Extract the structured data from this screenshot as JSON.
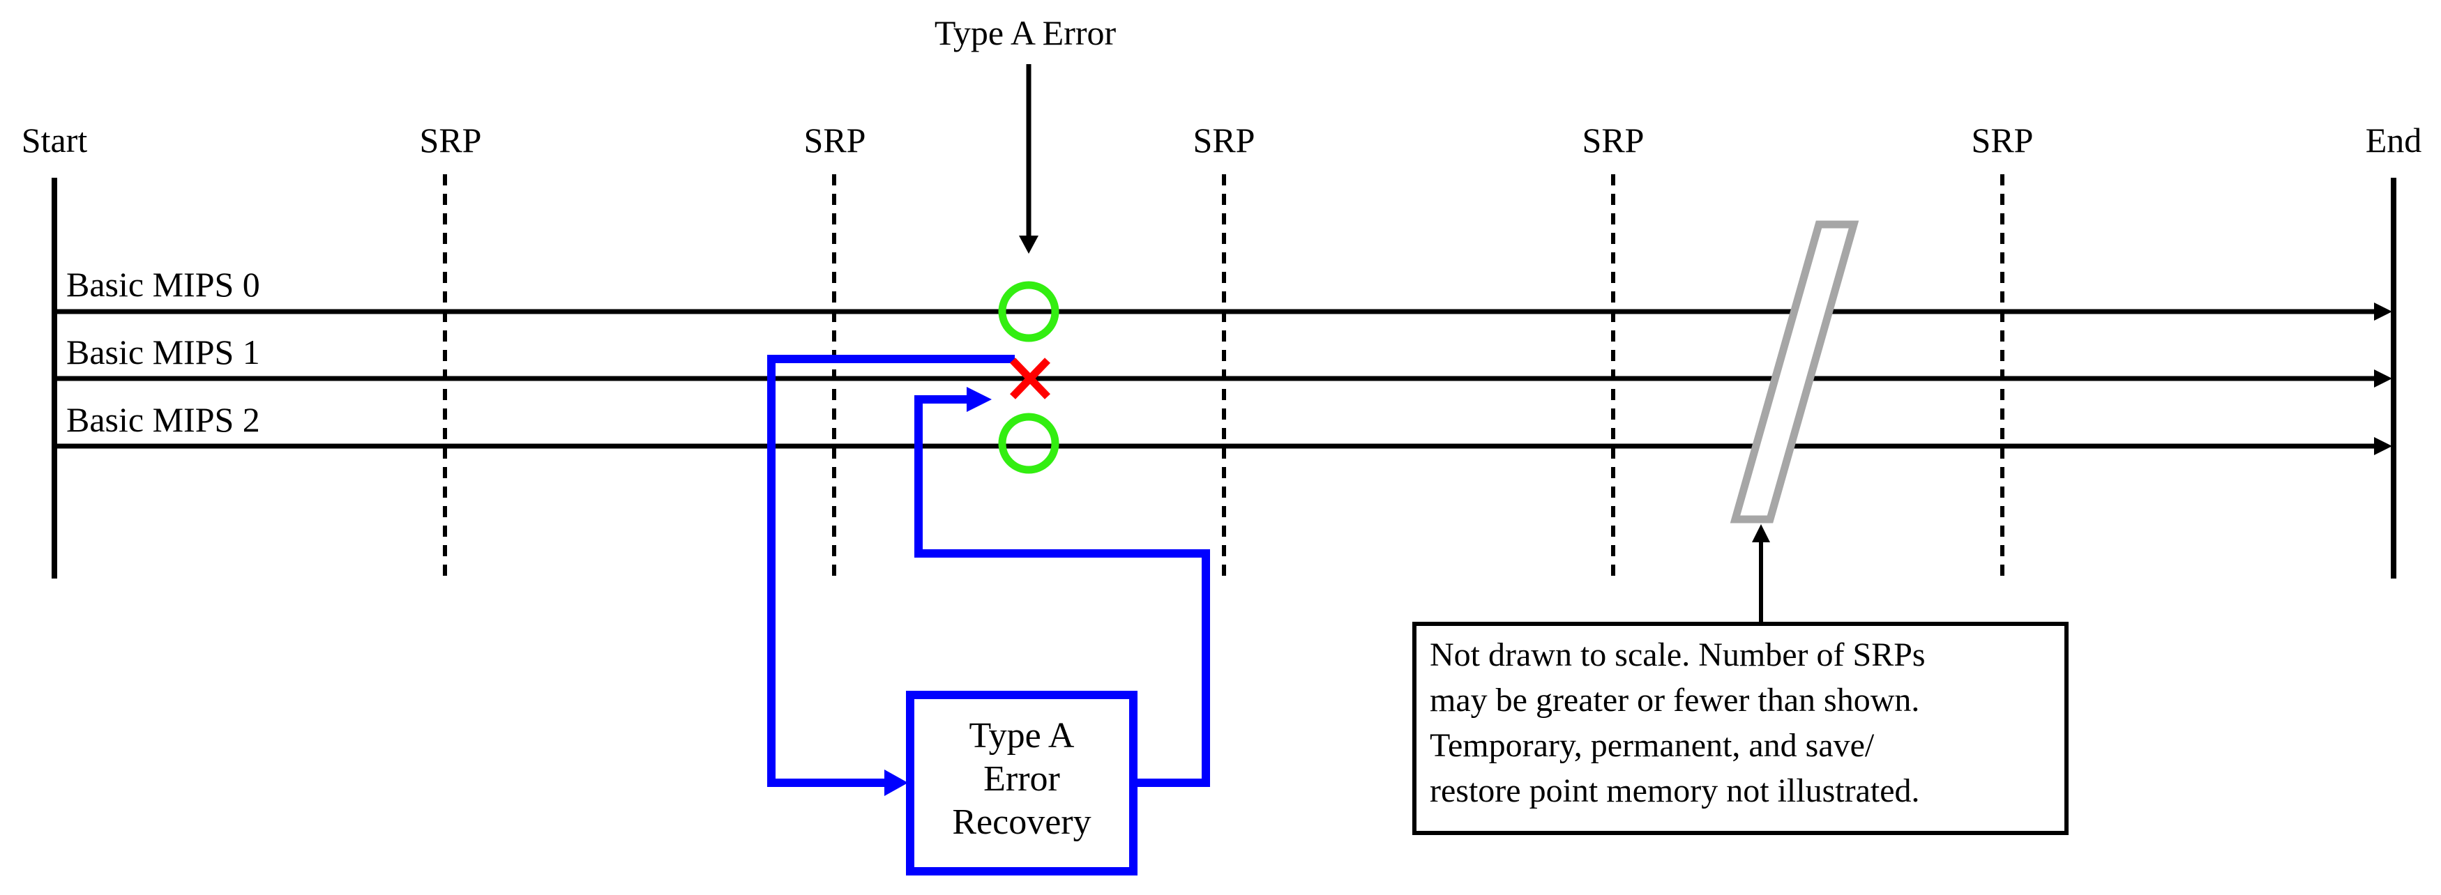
{
  "diagram": {
    "top_label": "Type A Error",
    "start_label": "Start",
    "end_label": "End",
    "srp_labels": [
      "SRP",
      "SRP",
      "SRP",
      "SRP",
      "SRP"
    ],
    "timelines": [
      {
        "label": "Basic MIPS 0",
        "marker": "ok"
      },
      {
        "label": "Basic MIPS 1",
        "marker": "error"
      },
      {
        "label": "Basic MIPS 2",
        "marker": "ok"
      }
    ],
    "recovery_box": {
      "lines": [
        "Type A",
        "Error",
        "Recovery"
      ]
    },
    "note": {
      "lines": [
        "Not drawn to scale.  Number of SRPs",
        "may be greater or fewer than shown.",
        "Temporary, permanent, and save/",
        "restore point memory not illustrated."
      ]
    },
    "colors": {
      "line": "#000000",
      "recovery_path": "#0000ff",
      "ok_marker": "#33ee11",
      "error_marker": "#ff0000",
      "break_symbol": "#a6a6a6"
    }
  }
}
